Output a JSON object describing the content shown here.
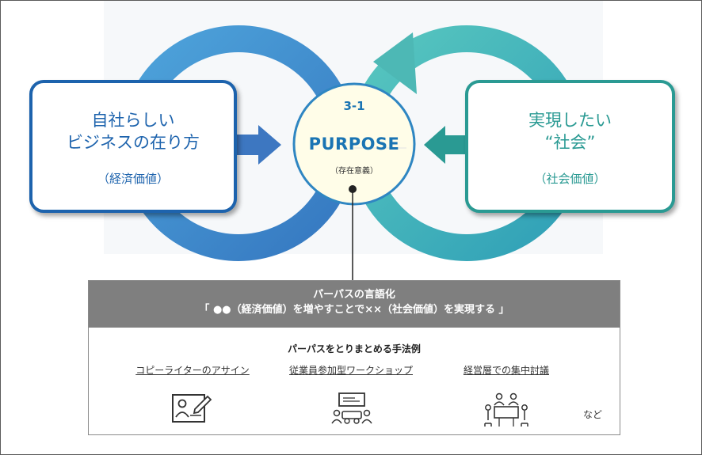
{
  "left_box": {
    "line1": "自社らしい",
    "line2": "ビジネスの在り方",
    "sub": "（経済価値）"
  },
  "right_box": {
    "line1": "実現したい",
    "line2": "“社会”",
    "sub": "（社会価値）"
  },
  "center": {
    "number": "3-1",
    "title": "PURPOSE",
    "sub": "（存在意義）"
  },
  "panel": {
    "header_line1": "パーパスの言語化",
    "header_line2": "「 ●●（経済価値）を増やすことで××（社会価値）を実現する 」",
    "methods_title": "パーパスをとりまとめる手法例",
    "methods": [
      {
        "label": "コピーライターのアサイン",
        "icon": "writing-icon"
      },
      {
        "label": "従業員参加型ワークショップ",
        "icon": "workshop-icon"
      },
      {
        "label": "経営層での集中討議",
        "icon": "meeting-icon"
      }
    ],
    "etc": "など"
  },
  "colors": {
    "left_blue": "#1d63ad",
    "right_teal": "#2a9a93",
    "ring_blue": "#3f8fd0",
    "ring_teal": "#4bbab3",
    "panel_header": "#7f7f7f"
  }
}
